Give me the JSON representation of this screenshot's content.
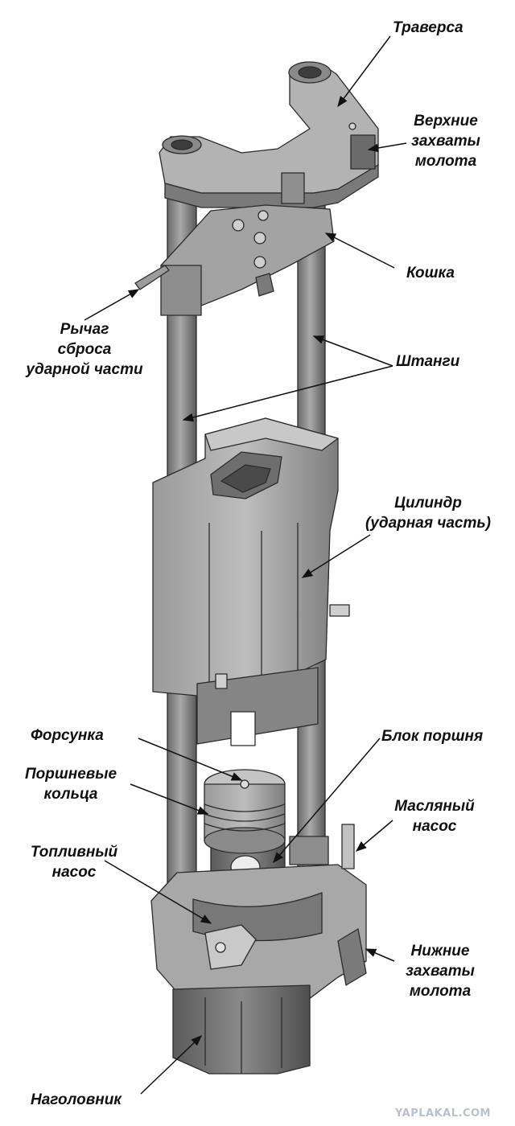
{
  "labels": {
    "traverse": "Траверса",
    "upper_grips": [
      "Верхние",
      "захваты",
      "молота"
    ],
    "cat": "Кошка",
    "reset_lever": [
      "Рычаг",
      "сброса",
      "ударной части"
    ],
    "rods": "Штанги",
    "cylinder": [
      "Цилиндр",
      "(ударная часть)"
    ],
    "injector": "Форсунка",
    "piston_block": "Блок поршня",
    "piston_rings": [
      "Поршневые",
      "кольца"
    ],
    "oil_pump": [
      "Масляный",
      "насос"
    ],
    "fuel_pump": [
      "Топливный",
      "насос"
    ],
    "lower_grips": [
      "Нижние",
      "захваты",
      "молота"
    ],
    "anvil": "Наголовник"
  },
  "watermark": "YAPLAKAL.COM",
  "colors": {
    "metal_light": "#b4b4b4",
    "metal_mid": "#8c8c8c",
    "metal_dark": "#5e5e5e",
    "outline": "#2b2b2b",
    "text": "#111111"
  }
}
